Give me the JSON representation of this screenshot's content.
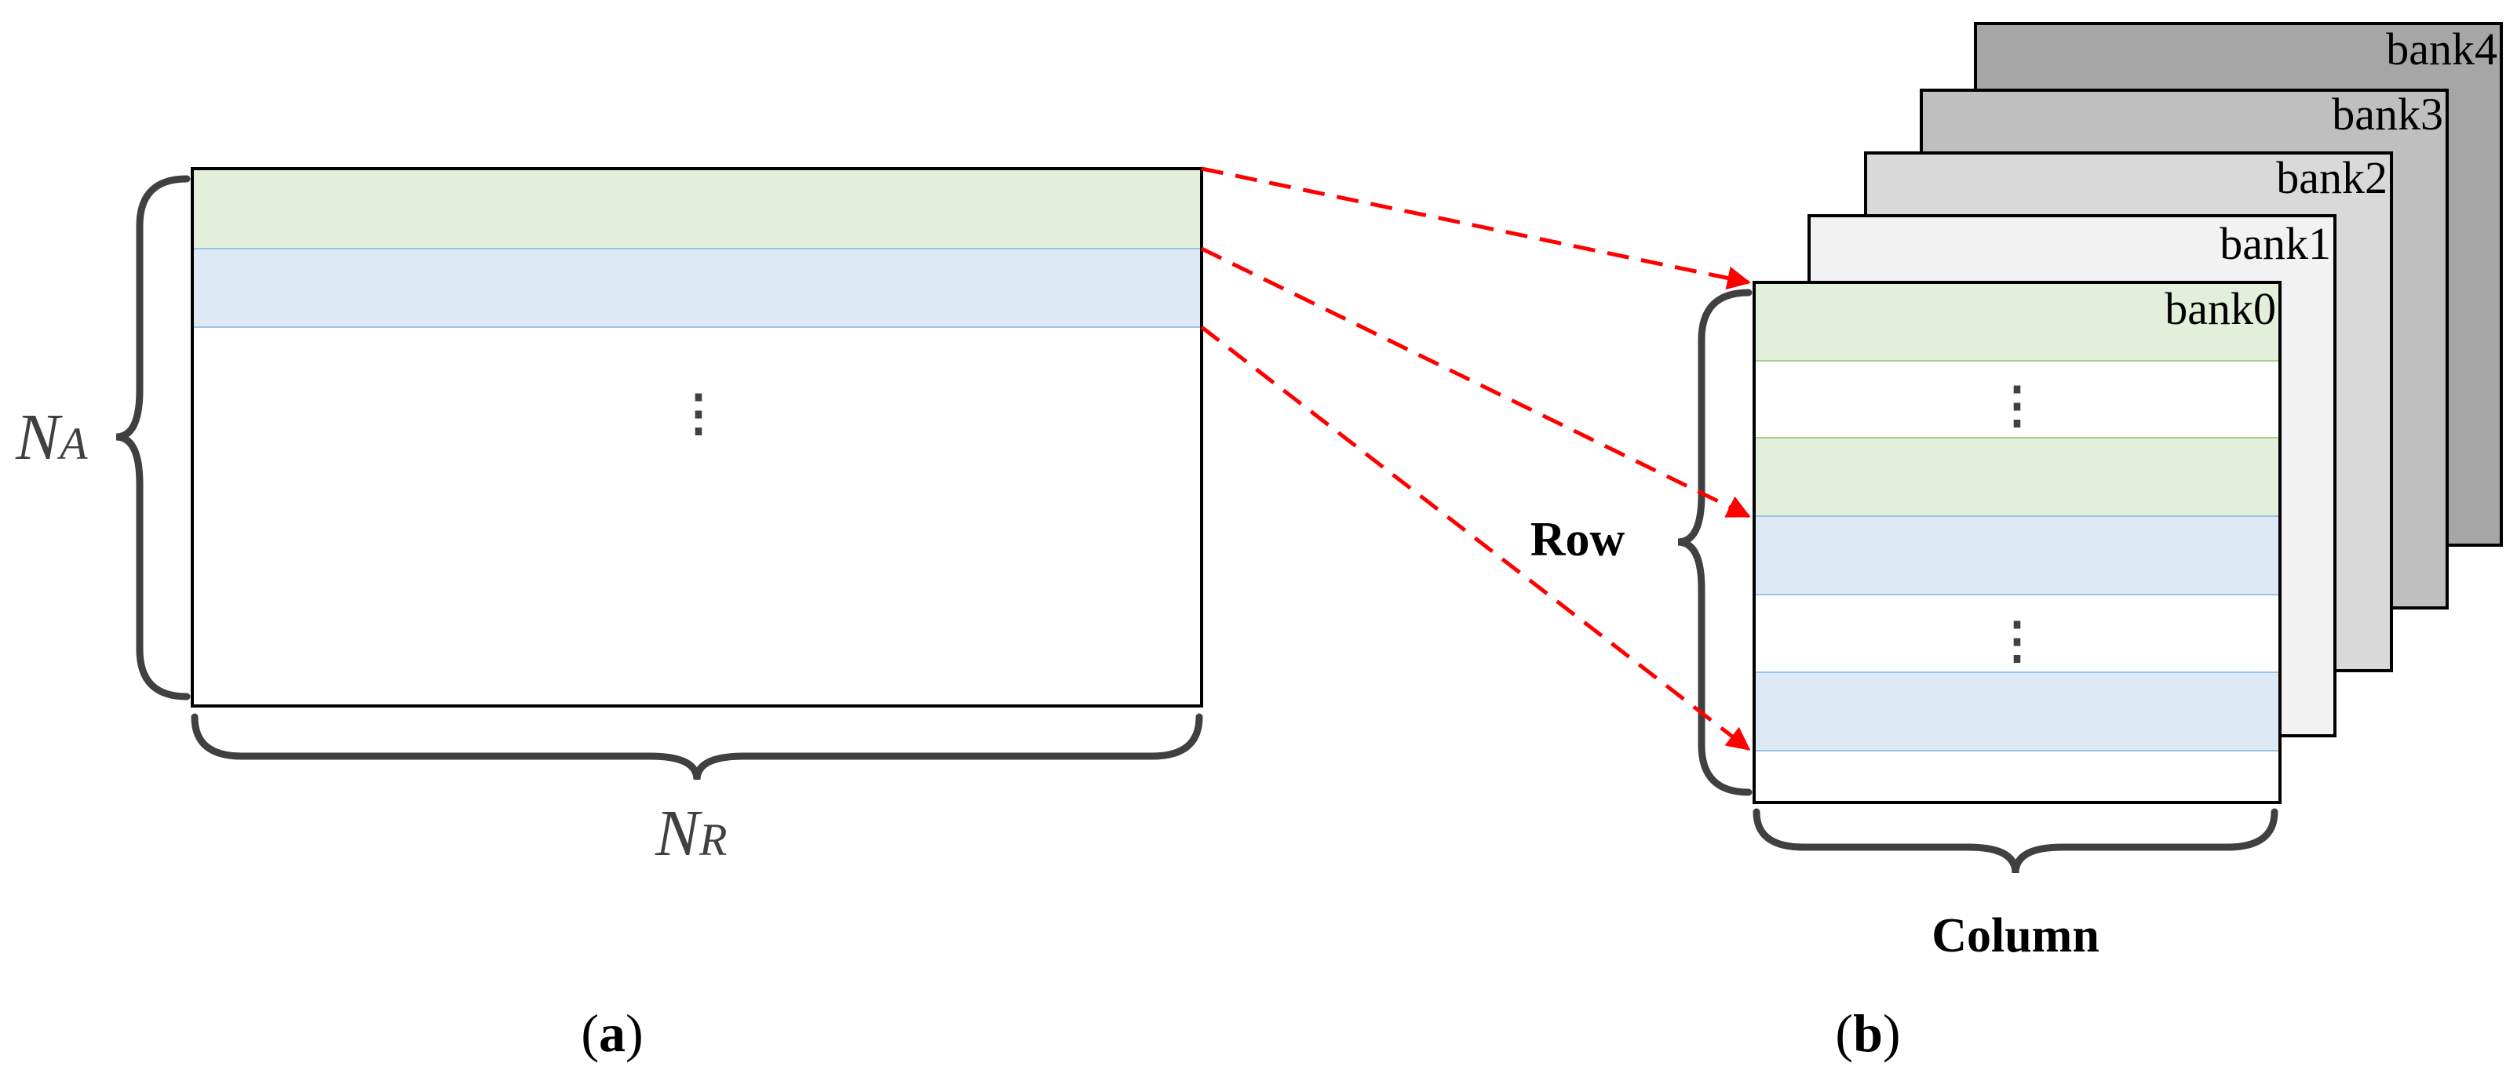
{
  "panel_a": {
    "height_label_main": "N",
    "height_label_sub": "A",
    "width_label_main": "N",
    "width_label_sub": "R",
    "ellipsis": "⋮",
    "caption_open": "(",
    "caption_letter": "a",
    "caption_close": ")"
  },
  "panel_b": {
    "banks": [
      "bank0",
      "bank1",
      "bank2",
      "bank3",
      "bank4"
    ],
    "row_label": "Row",
    "column_label": "Column",
    "ellipsis": "⋮",
    "caption_open": "(",
    "caption_letter": "b",
    "caption_close": ")"
  },
  "colors": {
    "green_row": "#e2efda",
    "blue_row": "#ddeaf6",
    "arrow": "#ff0000",
    "outline": "#000000",
    "brace": "#404040",
    "bank_fills": [
      "#ffffff",
      "#f2f2f2",
      "#d9d9d9",
      "#bfbfbf",
      "#a6a6a6"
    ]
  }
}
